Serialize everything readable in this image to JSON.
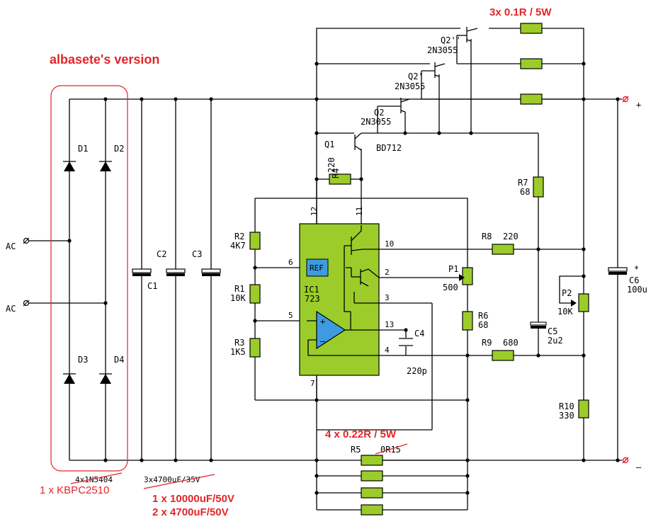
{
  "title": "albasete's version",
  "colors": {
    "annotation": "#e0262a",
    "component": "#9ccc2a",
    "reference": "#3e9be0",
    "wire": "#000000"
  },
  "inputs": [
    "AC",
    "AC"
  ],
  "outputs": {
    "plus": "+",
    "minus": "–"
  },
  "diodes": {
    "d1": "D1",
    "d2": "D2",
    "d3": "D3",
    "d4": "D4"
  },
  "bridge": {
    "original": "4x1N5404",
    "replacement": "1 x KBPC2510"
  },
  "capacitors": {
    "c1": "C1",
    "c2": "C2",
    "c3": "C3",
    "c_original": "3x4700uF/35V",
    "c_replacement_1": "1 x 10000uF/50V",
    "c_replacement_2": "2 x 4700uF/50V",
    "c4": "C4",
    "c4_val": "220p",
    "c5": "C5",
    "c5_val": "2u2",
    "c6": "C6",
    "c6_val": "100u",
    "c6_mark": "*"
  },
  "resistors": {
    "r1": "R1",
    "r1_val": "10K",
    "r2": "R2",
    "r2_val": "4K7",
    "r3": "R3",
    "r3_val": "1K5",
    "r4": "R4",
    "r4_val": "220",
    "r5": "R5",
    "r5_val": "0R15",
    "r5_new": "4 x 0.22R / 5W",
    "r6": "R6",
    "r6_val": "68",
    "r7": "R7",
    "r7_val": "68",
    "r8": "R8",
    "r8_val": "220",
    "r9": "R9",
    "r9_val": "680",
    "r10": "R10",
    "r10_val": "330",
    "emitter_res": "3x 0.1R / 5W"
  },
  "pots": {
    "p1": "P1",
    "p1_val": "500",
    "p2": "P2",
    "p2_val": "10K"
  },
  "transistors": {
    "q1": "Q1",
    "q1_type": "BD712",
    "q2": "Q2",
    "q2_type": "2N3055",
    "q2p": "Q2'",
    "q2p_type": "2N3055",
    "q2pp": "Q2''",
    "q2pp_type": "2N3055"
  },
  "ic": {
    "name": "IC1",
    "type": "723",
    "ref": "REF",
    "pins": {
      "p12": "12",
      "p11": "11",
      "p10": "10",
      "p6": "6",
      "p2": "2",
      "p3": "3",
      "p5": "5",
      "p13": "13",
      "p4": "4",
      "p7": "7"
    },
    "plus": "+",
    "minus": "–"
  }
}
